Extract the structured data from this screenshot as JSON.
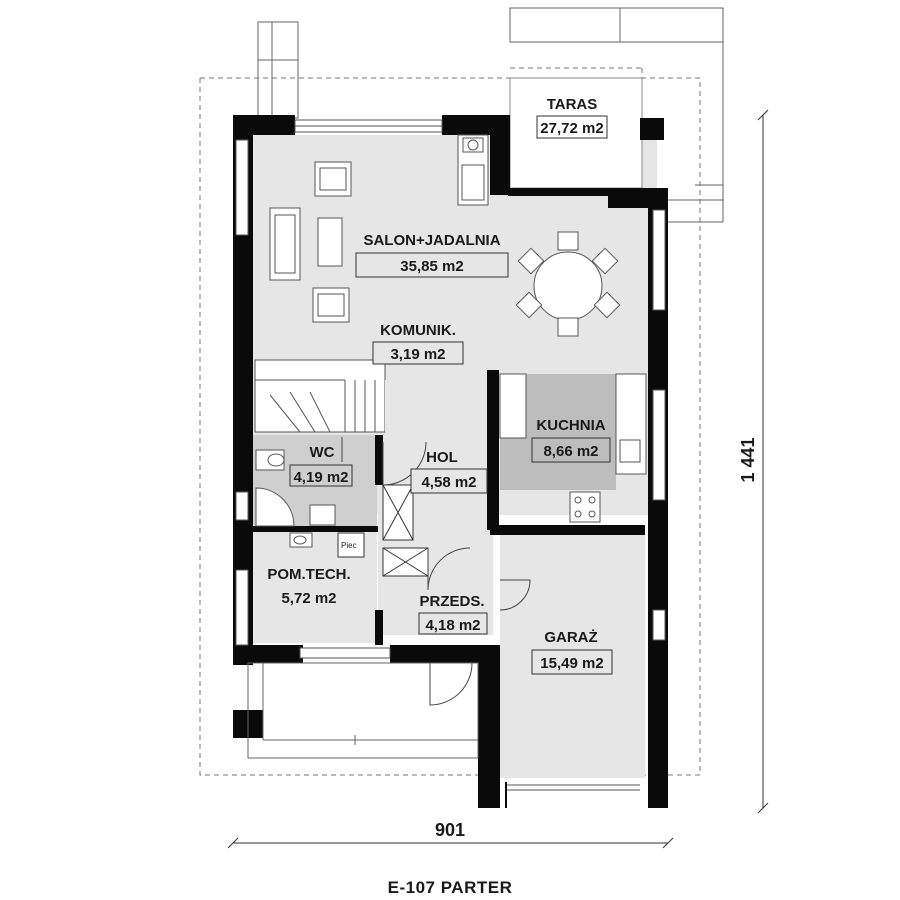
{
  "title": "E-107 PARTER",
  "dimensions": {
    "width": "901",
    "height": "1 441"
  },
  "rooms": {
    "taras": {
      "name": "TARAS",
      "area": "27,72 m2"
    },
    "salon": {
      "name": "SALON+JADALNIA",
      "area": "35,85 m2"
    },
    "komunik": {
      "name": "KOMUNIK.",
      "area": "3,19 m2"
    },
    "kuchnia": {
      "name": "KUCHNIA",
      "area": "8,66 m2"
    },
    "wc": {
      "name": "WC",
      "area": "4,19 m2"
    },
    "hol": {
      "name": "HOL",
      "area": "4,58 m2"
    },
    "pomtech": {
      "name": "POM.TECH.",
      "area": "5,72 m2"
    },
    "przeds": {
      "name": "PRZEDS.",
      "area": "4,18 m2"
    },
    "garaz": {
      "name": "GARAŻ",
      "area": "15,49 m2"
    }
  },
  "fixtures": {
    "piec": "Piec"
  },
  "colors": {
    "wall": "#0a0a0a",
    "floor": "#e6e6e6",
    "kitchen": "#bdbdbd",
    "wc": "#cfcfcf"
  }
}
